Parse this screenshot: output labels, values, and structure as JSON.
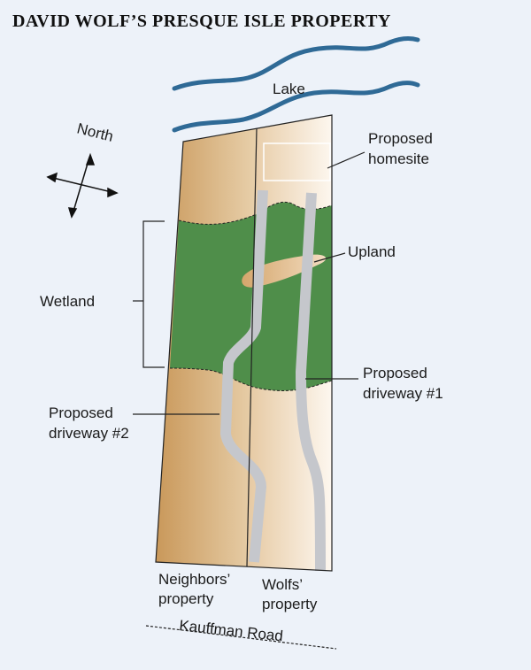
{
  "title": "David Wolf’s Presque Isle Property",
  "labels": {
    "lake": "Lake",
    "north": "North",
    "proposed_homesite": [
      "Proposed",
      "homesite"
    ],
    "upland": "Upland",
    "wetland": "Wetland",
    "proposed_driveway_1": [
      "Proposed",
      "driveway #1"
    ],
    "proposed_driveway_2": [
      "Proposed",
      "driveway #2"
    ],
    "neighbors_property": [
      "Neighbors’",
      "property"
    ],
    "wolfs_property": [
      "Wolfs’",
      "property"
    ],
    "road": "Kauffman Road"
  },
  "colors": {
    "lake": "#2f6a96",
    "wetland": "#4f8e4a",
    "driveway": "#c5c7cc",
    "neighbors_land": "#c9985a",
    "wolfs_land": "#fdf6ee"
  }
}
